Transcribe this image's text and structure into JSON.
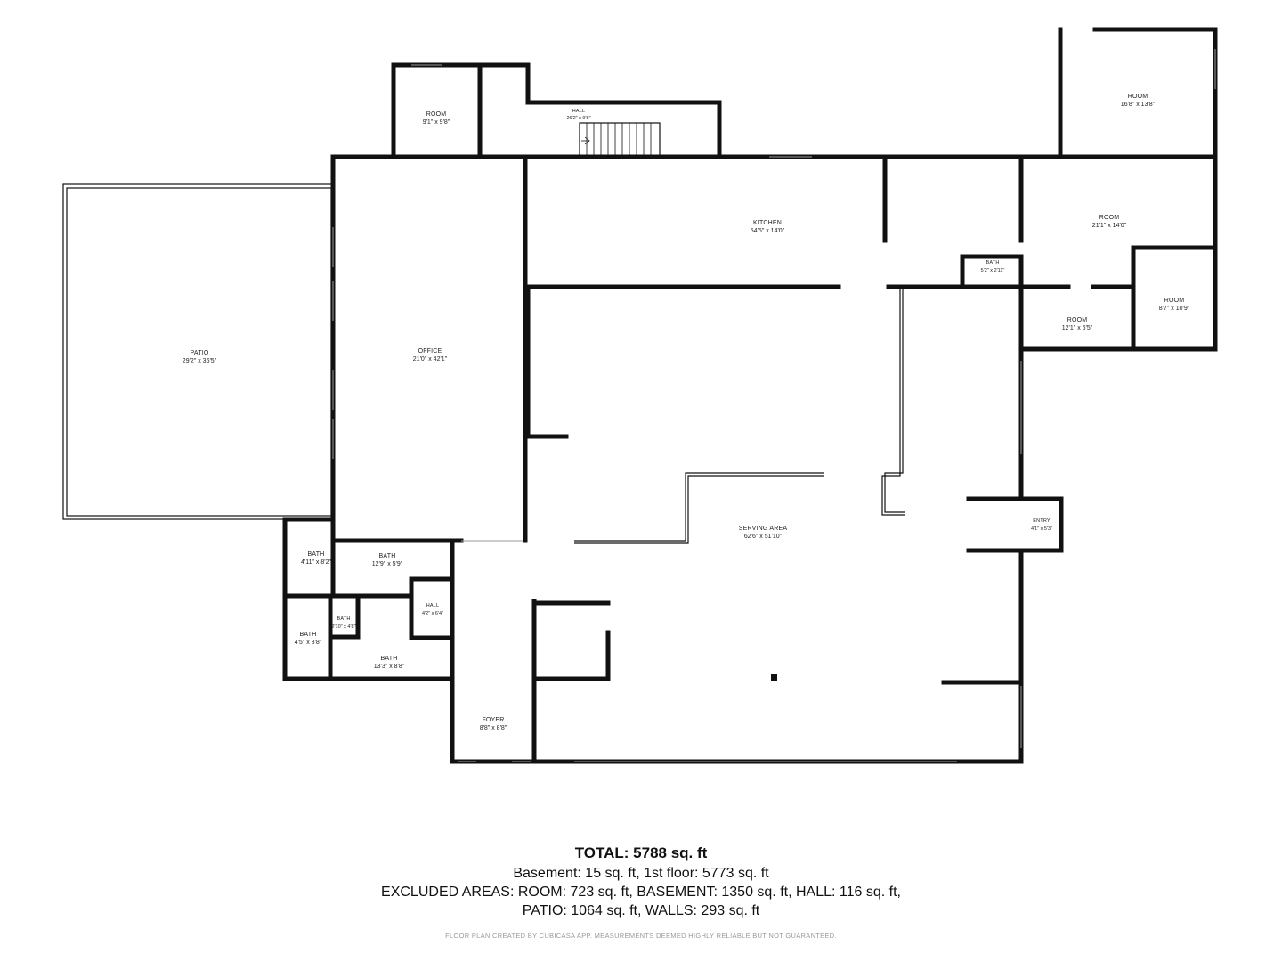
{
  "rooms": {
    "room_top_left": {
      "name": "ROOM",
      "dims": "9'1\" x 9'8\""
    },
    "hall_top": {
      "name": "HALL",
      "dims": "26'2\" x 9'8\""
    },
    "room_top_right": {
      "name": "ROOM",
      "dims": "16'8\" x 13'8\""
    },
    "kitchen": {
      "name": "KITCHEN",
      "dims": "54'5\" x 14'0\""
    },
    "room_right": {
      "name": "ROOM",
      "dims": "21'1\" x 14'0\""
    },
    "bath_small": {
      "name": "BATH",
      "dims": "5'2\" x 2'11\""
    },
    "room_small_right": {
      "name": "ROOM",
      "dims": "8'7\" x 10'9\""
    },
    "room_mid_right": {
      "name": "ROOM",
      "dims": "12'1\" x 6'5\""
    },
    "patio": {
      "name": "PATIO",
      "dims": "29'2\" x 36'5\""
    },
    "office": {
      "name": "OFFICE",
      "dims": "21'0\" x 42'1\""
    },
    "serving_area": {
      "name": "SERVING AREA",
      "dims": "62'6\" x 51'10\""
    },
    "entry": {
      "name": "ENTRY",
      "dims": "4'1\" x 5'3\""
    },
    "bath_1": {
      "name": "BATH",
      "dims": "4'11\" x 8'2\""
    },
    "bath_2": {
      "name": "BATH",
      "dims": "12'9\" x 5'9\""
    },
    "hall_small": {
      "name": "HALL",
      "dims": "4'2\" x 6'4\""
    },
    "bath_3": {
      "name": "BATH",
      "dims": "4'5\" x 8'8\""
    },
    "bath_4": {
      "name": "BATH",
      "dims": "2'10\" x 4'8\""
    },
    "bath_5": {
      "name": "BATH",
      "dims": "13'3\" x 8'8\""
    },
    "foyer": {
      "name": "FOYER",
      "dims": "8'8\" x 8'8\""
    }
  },
  "summary": {
    "total": "TOTAL: 5788 sq. ft",
    "floors": "Basement: 15 sq. ft, 1st floor: 5773 sq. ft",
    "excluded_1": "EXCLUDED AREAS: ROOM: 723 sq. ft, BASEMENT: 1350 sq. ft, HALL: 116 sq. ft,",
    "excluded_2": "PATIO: 1064 sq. ft, WALLS: 293 sq. ft"
  },
  "credit": "FLOOR PLAN CREATED BY CUBICASA APP. MEASUREMENTS DEEMED HIGHLY RELIABLE BUT NOT GUARANTEED."
}
